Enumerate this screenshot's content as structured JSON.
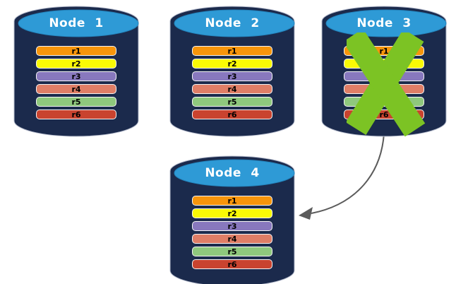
{
  "diagram": {
    "colors": {
      "cylinder_body": "#1B2A4C",
      "cylinder_top": "#2E9AD6",
      "cylinder_top_stroke": "#2383BC",
      "cylinder_outline": "#B6BCCD",
      "row_border": "#F5F5F5",
      "row_text": "#000000",
      "x_mark": "#7CC324",
      "arrow": "#5B5B5B",
      "label_text": "#FFFFFF"
    },
    "nodes": [
      {
        "id": "node-1",
        "label": "Node 1",
        "failed": false,
        "rows": [
          {
            "label": "r1",
            "color": "#F7950B"
          },
          {
            "label": "r2",
            "color": "#FAFA05"
          },
          {
            "label": "r3",
            "color": "#8878BE"
          },
          {
            "label": "r4",
            "color": "#DF7E66"
          },
          {
            "label": "r5",
            "color": "#8FC87D"
          },
          {
            "label": "r6",
            "color": "#C9432F"
          }
        ]
      },
      {
        "id": "node-2",
        "label": "Node 2",
        "failed": false,
        "rows": [
          {
            "label": "r1",
            "color": "#F7950B"
          },
          {
            "label": "r2",
            "color": "#FAFA05"
          },
          {
            "label": "r3",
            "color": "#8878BE"
          },
          {
            "label": "r4",
            "color": "#DF7E66"
          },
          {
            "label": "r5",
            "color": "#8FC87D"
          },
          {
            "label": "r6",
            "color": "#C9432F"
          }
        ]
      },
      {
        "id": "node-3",
        "label": "Node 3",
        "failed": true,
        "rows": [
          {
            "label": "r1",
            "color": "#F7950B"
          },
          {
            "label": "r2",
            "color": "#FAFA05"
          },
          {
            "label": "r3",
            "color": "#8878BE"
          },
          {
            "label": "r4",
            "color": "#DF7E66"
          },
          {
            "label": "r5",
            "color": "#8FC87D"
          },
          {
            "label": "r6",
            "color": "#C9432F"
          }
        ]
      },
      {
        "id": "node-4",
        "label": "Node 4",
        "failed": false,
        "rows": [
          {
            "label": "r1",
            "color": "#F7950B"
          },
          {
            "label": "r2",
            "color": "#FAFA05"
          },
          {
            "label": "r3",
            "color": "#8878BE"
          },
          {
            "label": "r4",
            "color": "#DF7E66"
          },
          {
            "label": "r5",
            "color": "#8FC87D"
          },
          {
            "label": "r6",
            "color": "#C9432F"
          }
        ]
      }
    ],
    "arrow": {
      "from": "node-3",
      "to": "node-4"
    }
  }
}
